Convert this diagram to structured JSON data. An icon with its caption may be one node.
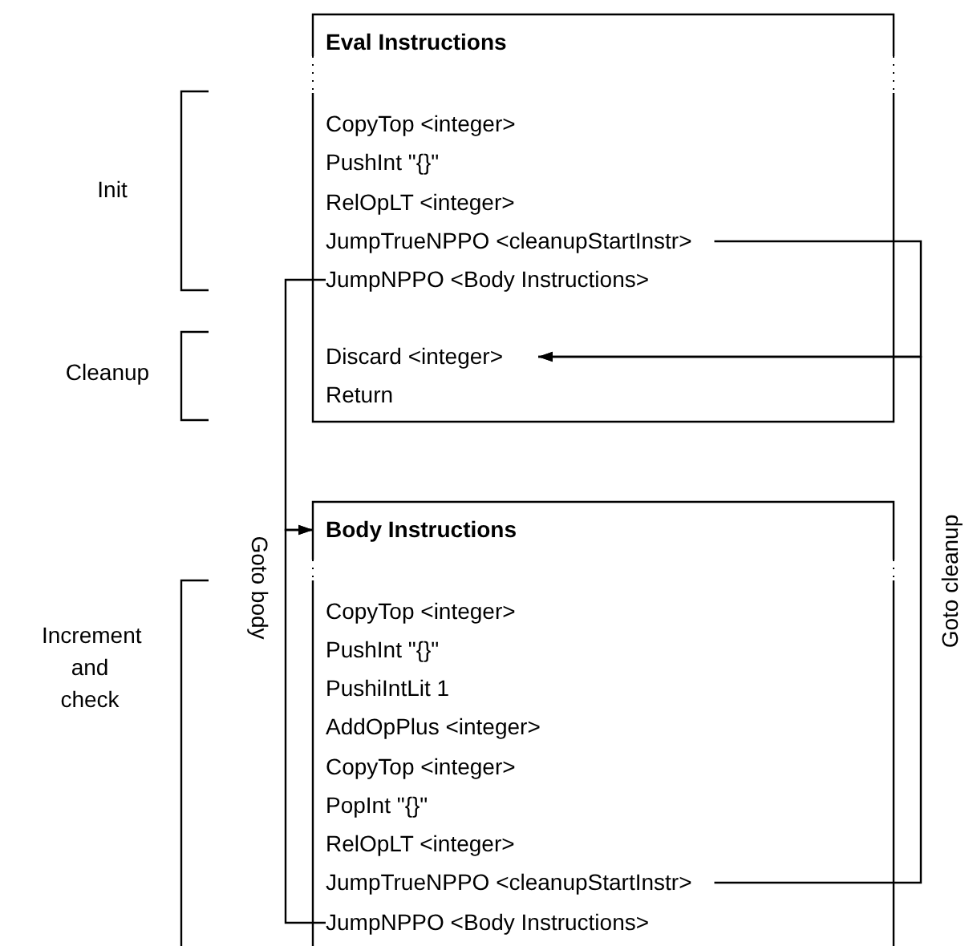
{
  "diagram": {
    "nodes": [
      {
        "text": [
          "Eval Instructions"
        ]
      },
      {
        "text": [
          "CopyTop <integer>"
        ],
        "in": 0
      },
      {
        "text": [
          "PushInt \"{}\""
        ],
        "in": 0
      },
      {
        "text": [
          "RelOpLT <integer>"
        ],
        "in": 0
      },
      {
        "text": [
          "JumpTrueNPPO <cleanupStartInstr>"
        ],
        "in": 0
      },
      {
        "text": [
          "JumpNPPO <Body Instructions>"
        ],
        "in": 0
      },
      {
        "text": [
          "Discard <integer>"
        ],
        "in": 0
      },
      {
        "text": [
          "Return"
        ],
        "in": 0
      },
      {
        "text": [
          "Body Instructions"
        ]
      },
      {
        "text": [
          "CopyTop <integer>"
        ],
        "in": 8
      },
      {
        "text": [
          "PushInt \"{}\""
        ],
        "in": 8
      },
      {
        "text": [
          "PushiIntLit 1"
        ],
        "in": 8
      },
      {
        "text": [
          "AddOpPlus <integer>"
        ],
        "in": 8
      },
      {
        "text": [
          "CopyTop <integer>"
        ],
        "in": 8
      },
      {
        "text": [
          "PopInt \"{}\""
        ],
        "in": 8
      },
      {
        "text": [
          "RelOpLT <integer>"
        ],
        "in": 8
      },
      {
        "text": [
          "JumpTrueNPPO <cleanupStartInstr>"
        ],
        "in": 8
      },
      {
        "text": [
          "JumpNPPO <Body Instructions>"
        ],
        "in": 8
      }
    ],
    "edges": [
      {
        "from": 4,
        "to": 6,
        "arrow": "to"
      },
      {
        "from": 16,
        "to": 6,
        "arrow": "to",
        "label": "Goto cleanup"
      },
      {
        "from": 5,
        "to": 8,
        "arrow": "to"
      },
      {
        "from": 17,
        "to": 8,
        "arrow": "to",
        "label": "Goto body"
      }
    ],
    "labels": [
      "Init",
      "Cleanup",
      "Increment and check"
    ]
  }
}
